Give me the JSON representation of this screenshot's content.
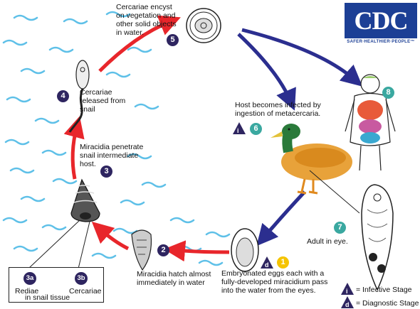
{
  "logo": {
    "text": "CDC",
    "tagline": "SAFER·HEALTHIER·PEOPLE™"
  },
  "stages": {
    "s1": {
      "badge": "1",
      "text": "Embryonated eggs each with a fully-developed miracidium pass into the water from the eyes."
    },
    "s2": {
      "badge": "2",
      "text": "Miracidia hatch almost immediately in water"
    },
    "s3": {
      "badge": "3",
      "text": "Miracidia penetrate snail intermediate host."
    },
    "s3a": {
      "badge": "3a",
      "text": "Rediae"
    },
    "s3b": {
      "badge": "3b",
      "text": "Cercariae"
    },
    "s3sub": {
      "text": "in snail tissue"
    },
    "s4": {
      "badge": "4",
      "text": "Cercariae released from snail"
    },
    "s5": {
      "badge": "5",
      "text": "Cercariae encyst on vegetation and other solid objects in water."
    },
    "s6": {
      "badge": "6",
      "text": "Host becomes infected by ingestion of metacercaria."
    },
    "s7": {
      "badge": "7",
      "text": "Adult in eye."
    },
    "s8": {
      "badge": "8"
    }
  },
  "markers": {
    "infective": "i",
    "diagnostic": "d"
  },
  "legend": {
    "infective": {
      "symbol": "i",
      "text": "= Infective Stage"
    },
    "diagnostic": {
      "symbol": "d",
      "text": "= Diagnostic Stage"
    }
  },
  "colors": {
    "stage_badge": "#2e2560",
    "host_badge": "#3aa8a0",
    "diag_badge": "#f5c400",
    "logo_blue": "#1c3f95",
    "arrow_red": "#e8262b",
    "arrow_blue": "#2b2e8f",
    "water": "#5ec0e8"
  }
}
